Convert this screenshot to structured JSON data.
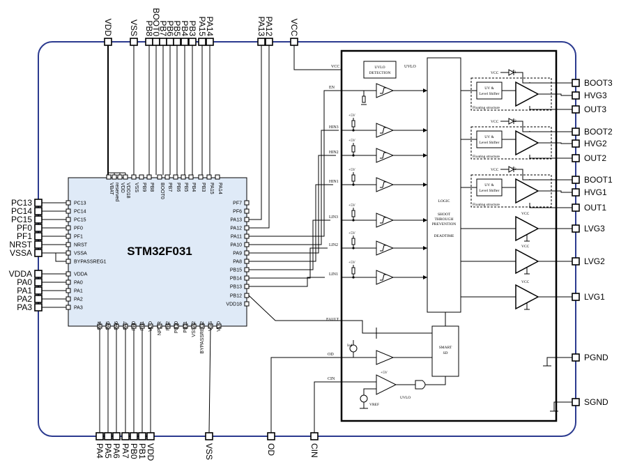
{
  "mcu": {
    "name": "STM32F031",
    "top_pins": [
      "VBAT",
      "reserved",
      "VDD",
      "VDD18",
      "VSS",
      "PB9",
      "PB8",
      "BOOT0",
      "PB7",
      "PB6",
      "PB5",
      "PB4",
      "PB3",
      "PA15",
      "PA14"
    ],
    "left_pins": [
      "PC13",
      "PC14",
      "PC15",
      "PF0",
      "PF1",
      "NRST",
      "VSSA",
      "BYPASSREG1",
      "VDDA",
      "PA0",
      "PA1",
      "PA2",
      "PA3"
    ],
    "right_pins": [
      "PF7",
      "PF6",
      "PA13",
      "PA12",
      "PA11",
      "PA10",
      "PA9",
      "PA8",
      "PB15",
      "PB14",
      "PB13",
      "PB12",
      "VDD18"
    ],
    "bottom_pins": [
      "PA4",
      "PA5",
      "PA6",
      "PA7",
      "PB0",
      "PB1",
      "VDD",
      "NPOR",
      "PB2",
      "PB10",
      "PB11",
      "VSSA2",
      "BYPASSREG2",
      "VSS",
      "VDD"
    ]
  },
  "package": {
    "top_pins": [
      "VDD",
      "VSS",
      "PB8",
      "BOOT0",
      "PB7",
      "PB6",
      "PB5",
      "PB4",
      "PB3",
      "PA15",
      "PA14",
      "PA12",
      "PA13",
      "VCC"
    ],
    "left_pins": [
      "PC13",
      "PC14",
      "PC15",
      "PF0",
      "PF1",
      "NRST",
      "VSSA",
      "VDDA",
      "PA0",
      "PA1",
      "PA2",
      "PA3"
    ],
    "bottom_pins": [
      "PA4",
      "PA5",
      "PA6",
      "PA7",
      "PB0",
      "PB1",
      "VDD",
      "VSS",
      "OD",
      "CIN"
    ],
    "right_pins": [
      "BOOT3",
      "HVG3",
      "OUT3",
      "BOOT2",
      "HVG2",
      "OUT2",
      "BOOT1",
      "HVG1",
      "OUT1",
      "LVG3",
      "LVG2",
      "LVG1",
      "PGND",
      "SGND"
    ]
  },
  "driver": {
    "uvlo_block": [
      "UVLO",
      "DETECTION"
    ],
    "uvlo_out": "UVLO",
    "vcc_label": "VCC",
    "inputs": [
      "EN",
      "HIN3",
      "HIN2",
      "HIN1",
      "LIN3",
      "LIN2",
      "LIN1"
    ],
    "plus5v": "+5V",
    "logic_block": [
      "LOGIC",
      "SHOOT",
      "THROUGH",
      "PREVENTION",
      "DEADTIME"
    ],
    "level_shifter": [
      "UV &",
      "Level Shifter"
    ],
    "floating": "Floating structure",
    "diodes": [
      "D1",
      "D2",
      "D3"
    ],
    "vcc_small": "VCC",
    "low_side_supply": "VCC",
    "fault": "FAULT",
    "od": "OD",
    "cin": "CIN",
    "smart_sd": [
      "SMART",
      "SD"
    ],
    "iod": "Iod",
    "vref": "VREF",
    "uvlo_gate": "UVLO"
  }
}
